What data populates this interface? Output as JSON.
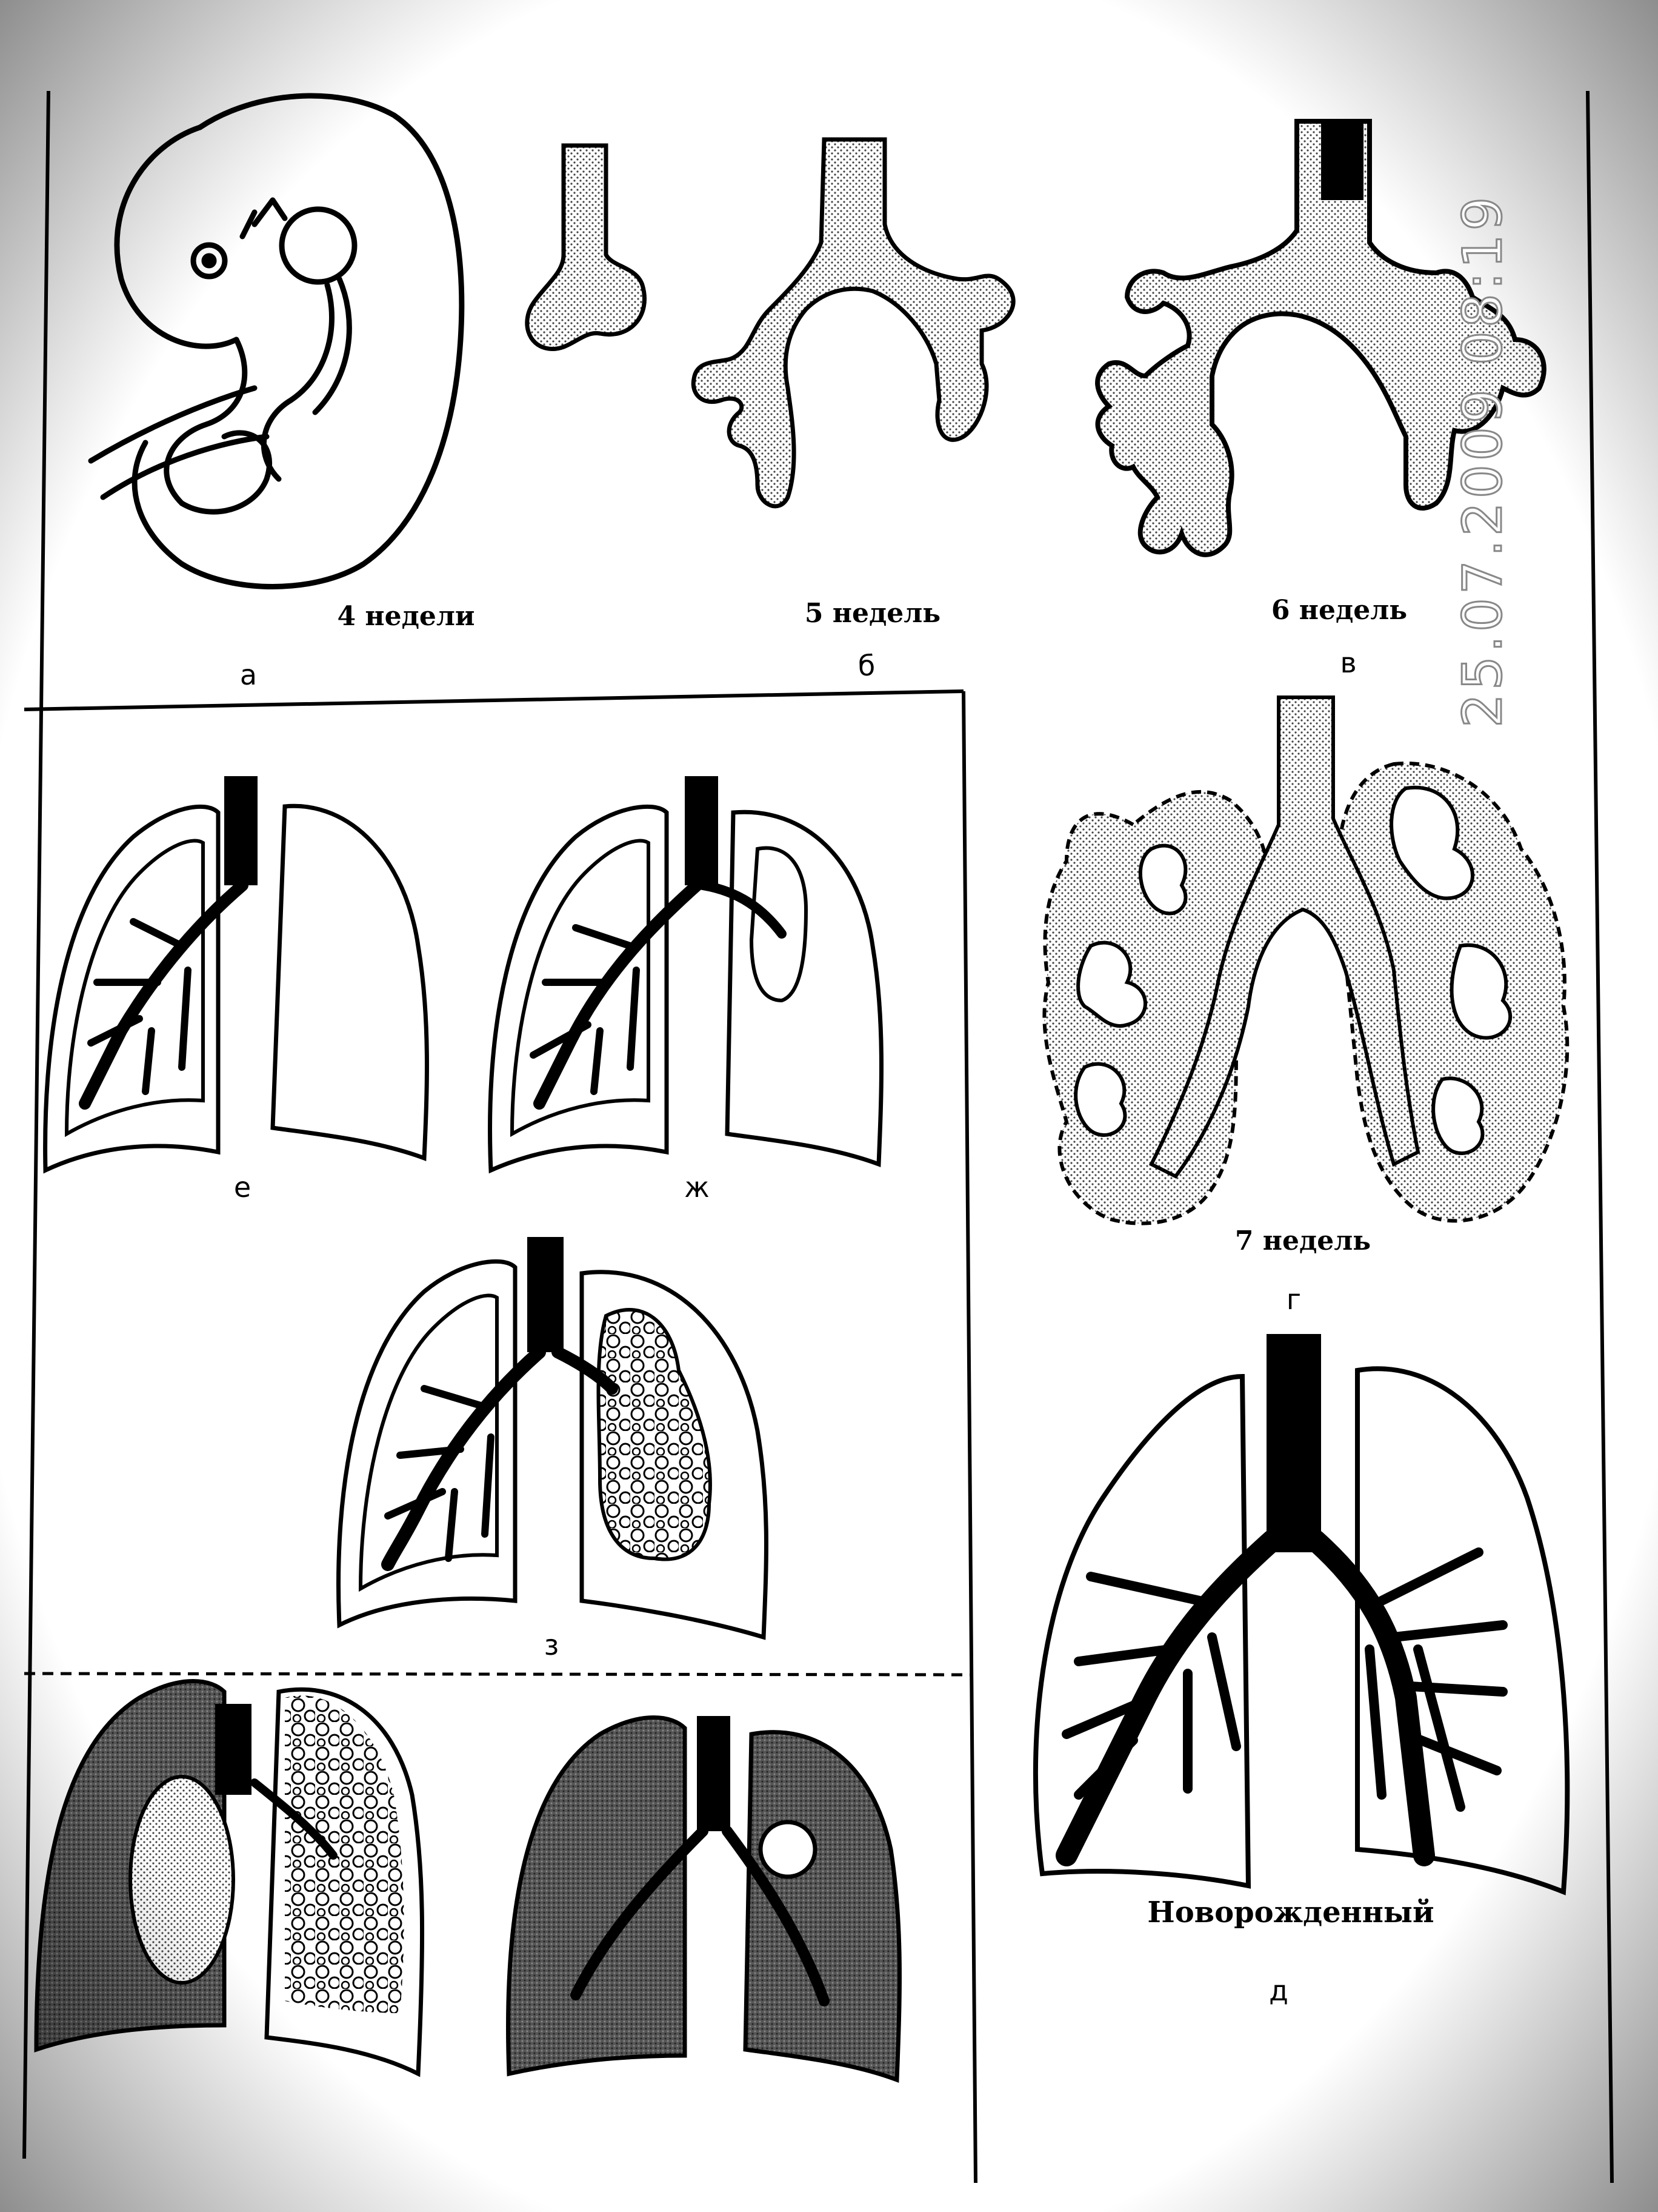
{
  "labels": {
    "a_caption": "4 недели",
    "a_letter": "а",
    "b_caption": "5 недель",
    "b_letter": "б",
    "v_caption": "6 недель",
    "v_letter": "в",
    "g_caption": "7 недель",
    "g_letter": "г",
    "d_caption": "Новорожденный",
    "d_letter": "д",
    "e_letter": "е",
    "zh_letter": "ж",
    "z_letter": "з"
  },
  "timestamp": "25.07.2009 08:19",
  "icons": [
    "embryo-icon",
    "lung-bud-icon",
    "bronchial-tree-icon",
    "lung-icon"
  ]
}
